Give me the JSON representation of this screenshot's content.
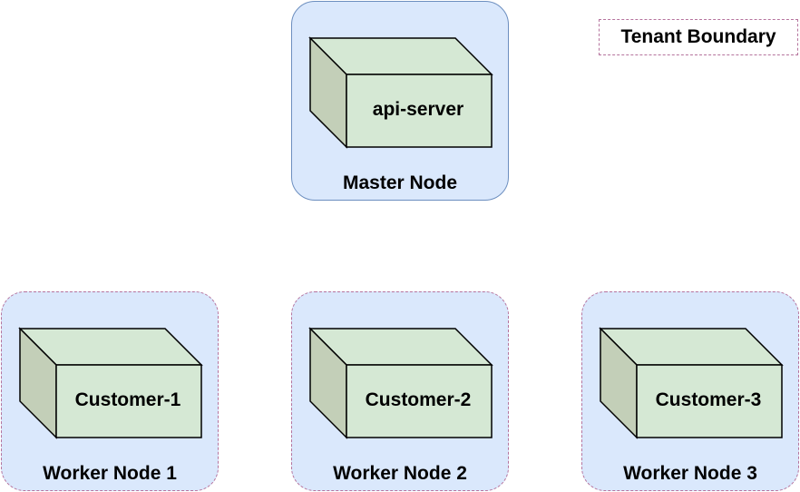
{
  "diagram": {
    "master": {
      "label": "Master Node",
      "component": "api-server"
    },
    "workers": [
      {
        "label": "Worker Node 1",
        "component": "Customer-1"
      },
      {
        "label": "Worker Node 2",
        "component": "Customer-2"
      },
      {
        "label": "Worker Node 3",
        "component": "Customer-3"
      }
    ],
    "legend": {
      "label": "Tenant Boundary"
    }
  },
  "colors": {
    "node_fill": "#dae8fc",
    "master_border": "#6c8ebf",
    "tenant_border": "#b5739d",
    "cube_front": "#d5e8d4",
    "cube_side": "#c3cfb8"
  },
  "icons": {
    "component_shape": "cube-icon"
  }
}
